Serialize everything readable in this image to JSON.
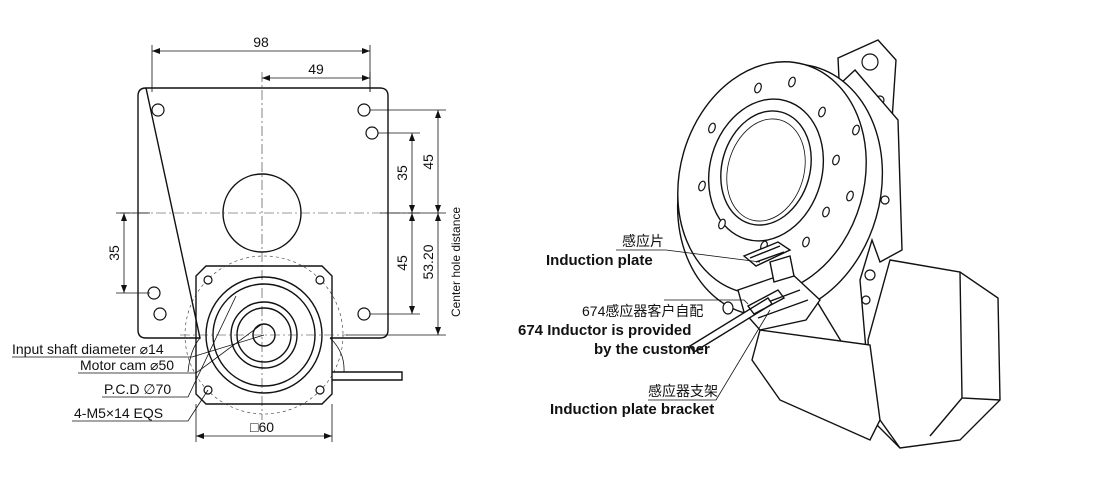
{
  "drawing": {
    "dimensions": {
      "width_total": "98",
      "width_half": "49",
      "hole_offset": "35",
      "hole_offset_vertical": "45",
      "hole_offset_lower": "45",
      "left_offset": "35",
      "center_distance": "53.20",
      "motor_square": "□60"
    },
    "vertical_label": "Center hole distance",
    "callouts": {
      "input_shaft": "Input shaft diameter ⌀14",
      "motor_cam": "Motor cam ⌀50",
      "pcd": "P.C.D ∅70",
      "screws": "4-M5×14 EQS"
    }
  },
  "assembly": {
    "induction_plate_cn": "感应片",
    "induction_plate_en": "Induction plate",
    "inductor_cn": "674感应器客户自配",
    "inductor_en_line1": "674 Inductor is provided",
    "inductor_en_line2": "by the customer",
    "bracket_cn": "感应器支架",
    "bracket_en": "Induction plate bracket"
  }
}
